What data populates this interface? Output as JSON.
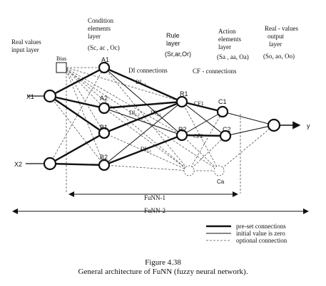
{
  "layers": {
    "input": [
      "Real values",
      "input layer"
    ],
    "condition": [
      "Condition",
      "elements",
      "layer",
      "(Sc, ac , Oc)"
    ],
    "rule": [
      "Rule",
      "layer",
      "(Sr,ar,Or)"
    ],
    "action": [
      "Action",
      "elements",
      "layer",
      "(Sa , aa, Oa)"
    ],
    "output": [
      "Real - values",
      "output",
      "layer",
      "(So, ao, Oo)"
    ]
  },
  "bias_label": "Bias",
  "nodes": {
    "x1": "X1",
    "x2": "X2",
    "a1": "A1",
    "a2": "A2",
    "b1": "B1",
    "b2": "B2",
    "r1": "R1",
    "r2": "R2",
    "c1": "C1",
    "c2": "C2",
    "ca": "Ca",
    "y": "y"
  },
  "annotations": {
    "di_connections": "DI connections",
    "cf_connections": "CF - connections",
    "di11": "DI",
    "di11_sub": "1,1",
    "di12": "DI",
    "di12_sub": "1,2",
    "di21": "DI",
    "di21_sub": "2,1",
    "di22": "DI",
    "di22_sub": "2,2",
    "cf1": "CF1",
    "cf2": "CF2"
  },
  "spans": {
    "funn1": "FuNN-1",
    "funn2": "FuNN-2"
  },
  "legend": {
    "preset": "pre-set connections",
    "zero": "initial value is zero",
    "optional": "optional connection"
  },
  "caption": {
    "number": "Figure 4.38",
    "text": "General architecture of FuNN (fuzzy neural network)."
  }
}
